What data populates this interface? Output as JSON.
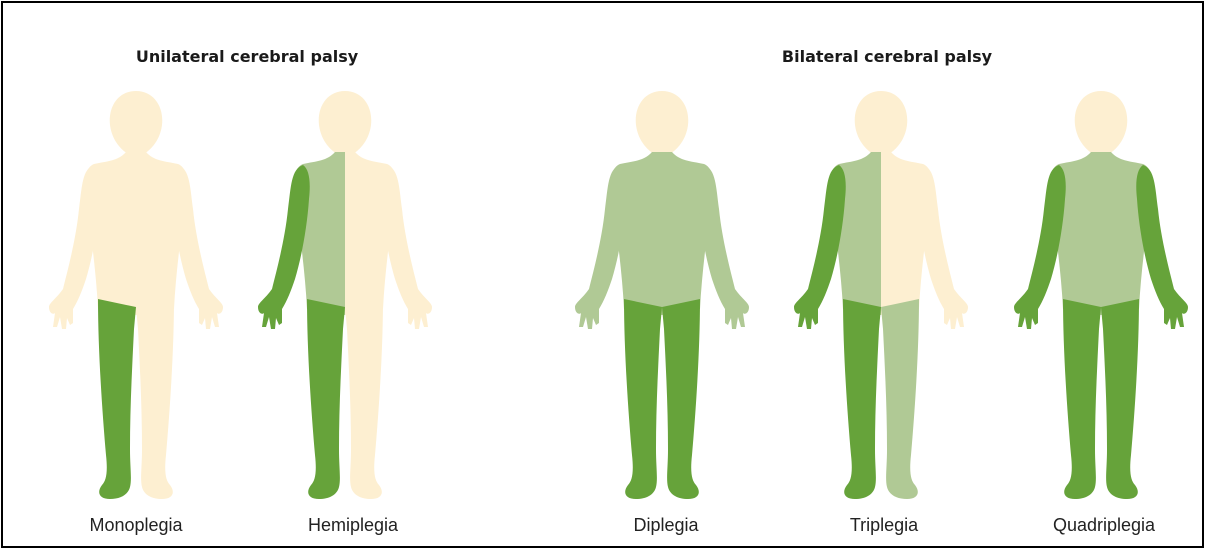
{
  "colors": {
    "unaffected": "#fdefd1",
    "affected_dark": "#66a33a",
    "affected_light": "#b0c995",
    "text": "#222222"
  },
  "groups": [
    {
      "title": "Unilateral cerebral palsy"
    },
    {
      "title": "Bilateral cerebral palsy"
    }
  ],
  "figures": [
    {
      "label": "Monoplegia",
      "regions": {
        "head": "U",
        "torso_left": "U",
        "torso_right": "U",
        "arm_left": "U",
        "arm_right": "U",
        "leg_left": "D",
        "leg_right": "U"
      }
    },
    {
      "label": "Hemiplegia",
      "regions": {
        "head": "U",
        "torso_left": "L",
        "torso_right": "U",
        "arm_left": "D",
        "arm_right": "U",
        "leg_left": "D",
        "leg_right": "U"
      }
    },
    {
      "label": "Diplegia",
      "regions": {
        "head": "U",
        "torso_left": "L",
        "torso_right": "L",
        "arm_left": "L",
        "arm_right": "L",
        "leg_left": "D",
        "leg_right": "D"
      }
    },
    {
      "label": "Triplegia",
      "regions": {
        "head": "U",
        "torso_left": "L",
        "torso_right": "U",
        "arm_left": "D",
        "arm_right": "U",
        "leg_left": "D",
        "leg_right": "L"
      }
    },
    {
      "label": "Quadriplegia",
      "regions": {
        "head": "U",
        "torso_left": "L",
        "torso_right": "L",
        "arm_left": "D",
        "arm_right": "D",
        "leg_left": "D",
        "leg_right": "D"
      }
    }
  ]
}
